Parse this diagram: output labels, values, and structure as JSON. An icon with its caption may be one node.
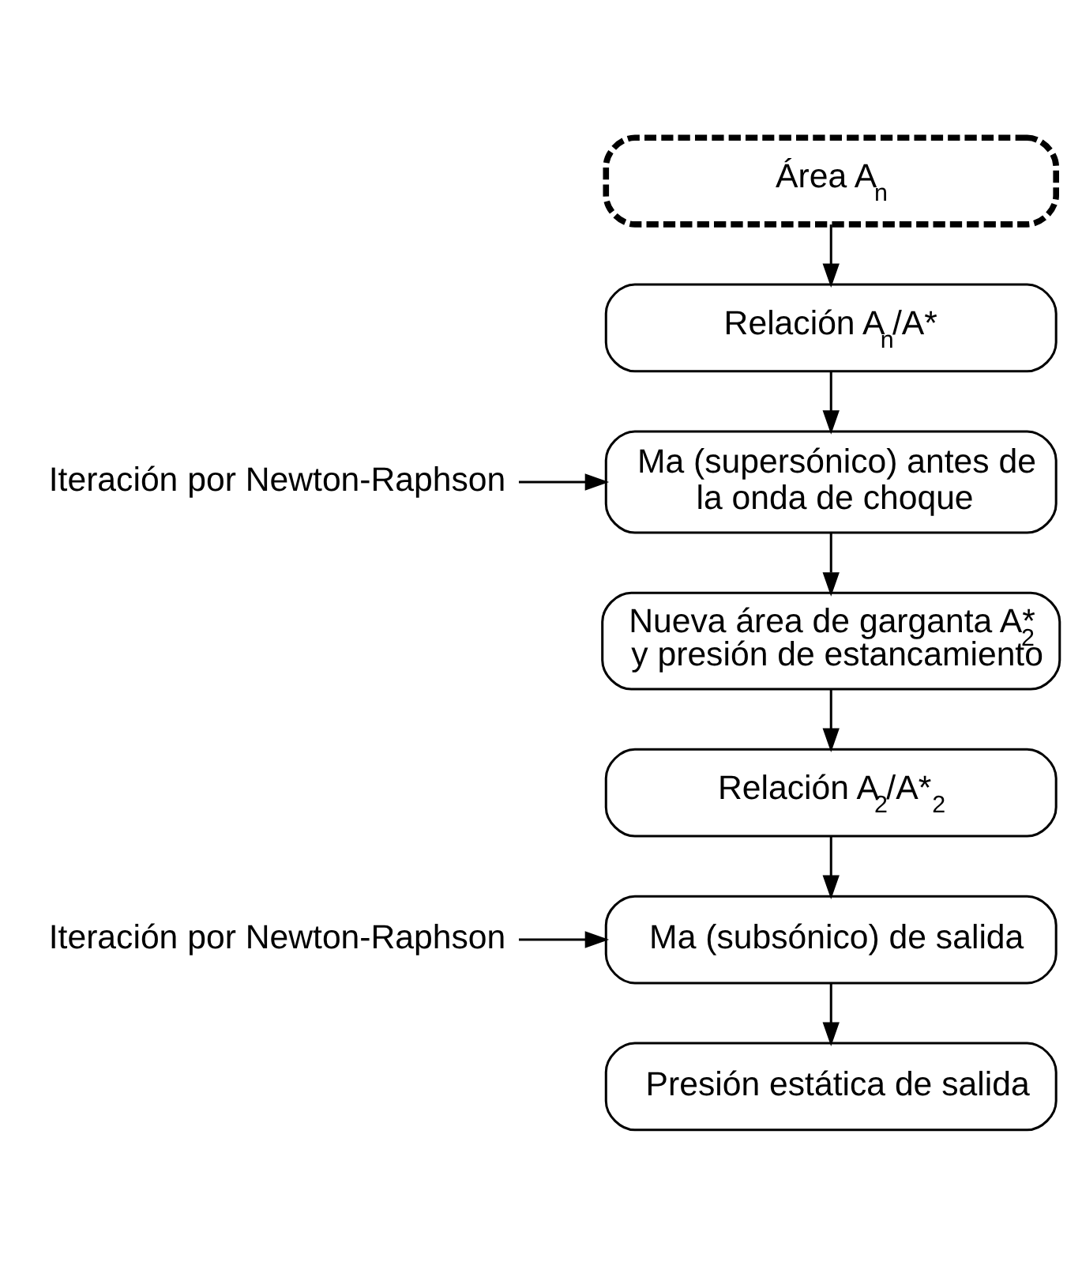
{
  "diagram": {
    "nodes": [
      {
        "text": [
          "Área A$_{n}$"
        ]
      },
      {
        "text": [
          "Relación A$_{n}$/A*"
        ]
      },
      {
        "text": [
          "Iteración por Newton-Raphson"
        ]
      },
      {
        "text": [
          "Ma (supersónico) antes de la onda de choque"
        ]
      },
      {
        "text": [
          "Nueva área de garganta A*$_{2}$ y presión de estancamiento"
        ]
      },
      {
        "text": [
          "Relación A$_{2}$/A*$_{2}$"
        ]
      },
      {
        "text": [
          "Iteración por Newton-Raphson"
        ]
      },
      {
        "text": [
          "Ma (subsónico) de salida"
        ]
      },
      {
        "text": [
          "Presión estática de salida"
        ]
      }
    ],
    "edges": [
      {
        "from": 0,
        "to": 1,
        "arrow": "to"
      },
      {
        "from": 1,
        "to": 3,
        "arrow": "to"
      },
      {
        "from": 2,
        "to": 3,
        "arrow": "to"
      },
      {
        "from": 3,
        "to": 4,
        "arrow": "to"
      },
      {
        "from": 4,
        "to": 5,
        "arrow": "to"
      },
      {
        "from": 5,
        "to": 7,
        "arrow": "to"
      },
      {
        "from": 6,
        "to": 7,
        "arrow": "to"
      },
      {
        "from": 7,
        "to": 8,
        "arrow": "to"
      }
    ]
  }
}
